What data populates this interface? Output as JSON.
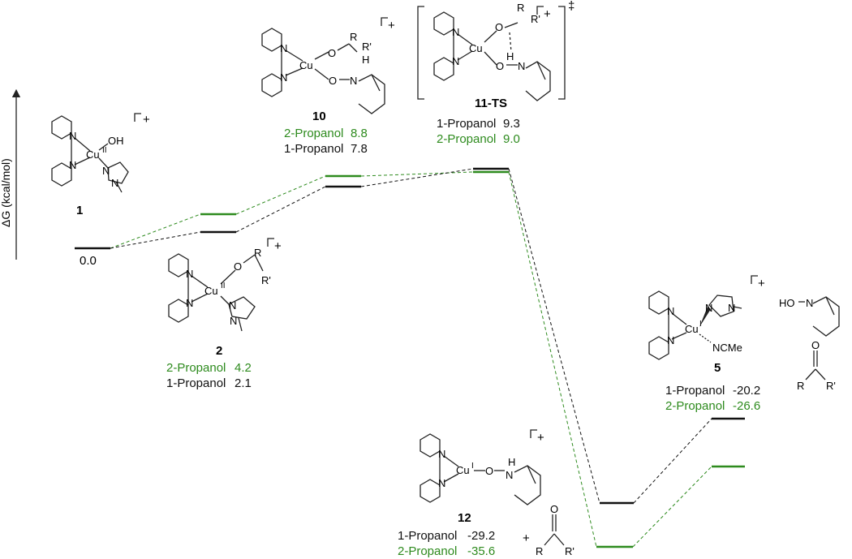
{
  "colors": {
    "one_propanol": "#111111",
    "two_propanol": "#2e8b1e"
  },
  "axis": {
    "label": "ΔG (kcal/mol)"
  },
  "labels": {
    "species_1": "1",
    "species_2": "2",
    "species_10": "10",
    "species_11": "11-TS",
    "species_12": "12",
    "species_5": "5",
    "zero_level": "0.0",
    "charge": "+",
    "ts_mark": "‡",
    "plus_sign": "+"
  },
  "energies": {
    "species_2": [
      {
        "name": "2-Propanol",
        "value": "4.2",
        "series": "two"
      },
      {
        "name": "1-Propanol",
        "value": "2.1",
        "series": "one"
      }
    ],
    "species_10": [
      {
        "name": "2-Propanol",
        "value": "8.8",
        "series": "two"
      },
      {
        "name": "1-Propanol",
        "value": "7.8",
        "series": "one"
      }
    ],
    "species_11": [
      {
        "name": "1-Propanol",
        "value": "9.3",
        "series": "one"
      },
      {
        "name": "2-Propanol",
        "value": "9.0",
        "series": "two"
      }
    ],
    "species_5": [
      {
        "name": "1-Propanol",
        "value": "-20.2",
        "series": "one"
      },
      {
        "name": "2-Propanol",
        "value": "-26.6",
        "series": "two"
      }
    ],
    "species_12": [
      {
        "name": "1-Propanol",
        "value": "-29.2",
        "series": "one"
      },
      {
        "name": "2-Propanol",
        "value": "-35.6",
        "series": "two"
      }
    ]
  },
  "atoms": {
    "N": "N",
    "Cu": "Cu",
    "Cu_II": "II",
    "Cu_I": "I",
    "OH": "OH",
    "O": "O",
    "R": "R",
    "Rp": "R'",
    "H": "H",
    "HO": "HO",
    "NCMe": "NCMe"
  }
}
